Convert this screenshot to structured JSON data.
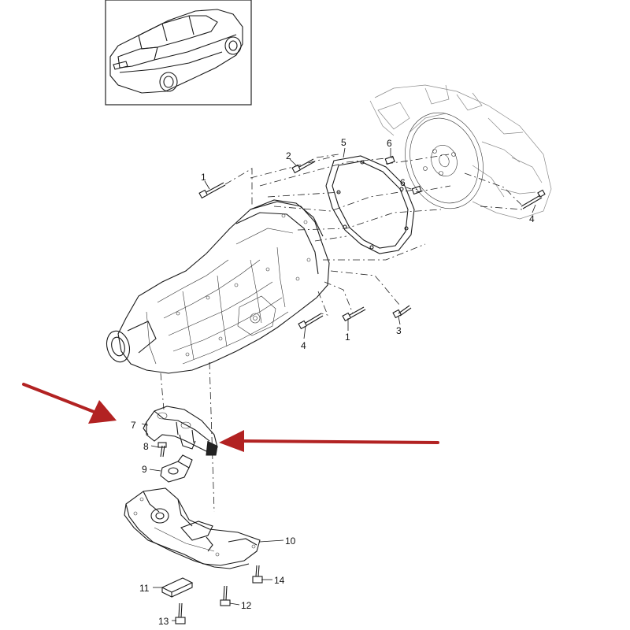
{
  "diagram": {
    "thumbnail": {
      "icon": "sports-sedan-icon"
    },
    "callouts": {
      "c1a": "1",
      "c1b": "1",
      "c2": "2",
      "c3": "3",
      "c4a": "4",
      "c4b": "4",
      "c5": "5",
      "c6a": "6",
      "c6b": "6",
      "c7": "7",
      "c8": "8",
      "c9": "9",
      "c10": "10",
      "c11": "11",
      "c12": "12",
      "c13": "13",
      "c14": "14"
    },
    "arrow_color": "#b22222",
    "line_color": "#1a1a1a"
  }
}
